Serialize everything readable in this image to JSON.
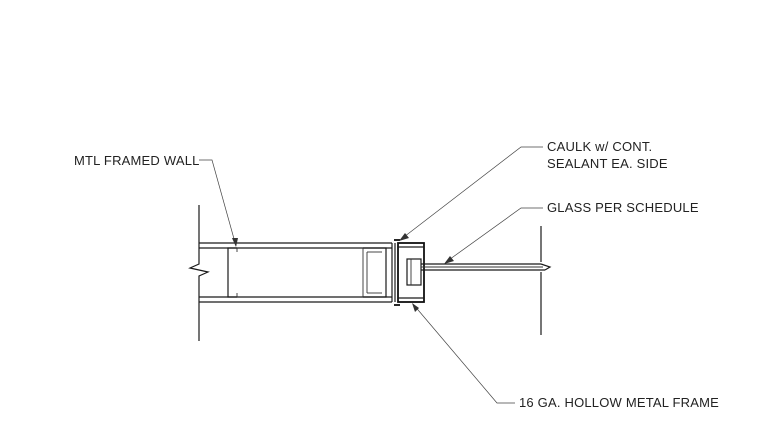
{
  "labels": {
    "wall": "MTL FRAMED WALL",
    "caulk_line1": "CAULK w/ CONT.",
    "caulk_line2": "SEALANT EA. SIDE",
    "glass": "GLASS PER SCHEDULE",
    "frame": "16 GA. HOLLOW METAL FRAME"
  },
  "colors": {
    "linework": "#1a1a1a",
    "text": "#222222",
    "background": "#ffffff"
  }
}
